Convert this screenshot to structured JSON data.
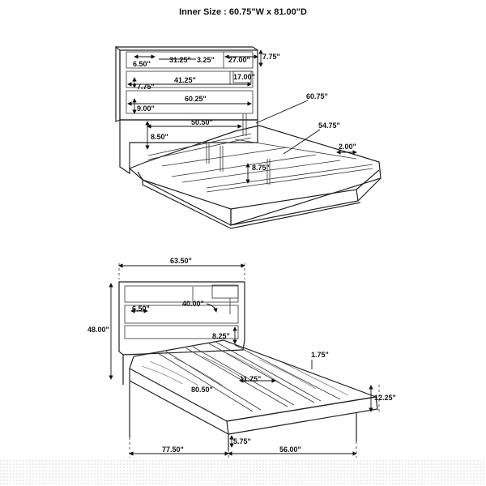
{
  "title": "Inner Size : 60.75\"W x 81.00\"D",
  "top_view": {
    "dims": {
      "d_6_50": "6.50\"",
      "d_31_25": "31.25\"",
      "d_3_25": "3.25\"",
      "d_27_00": "27.00\"",
      "d_7_75a": "7.75\"",
      "d_7_75b": "7.75\"",
      "d_41_25": "41.25\"",
      "d_17_00": "17.00\"",
      "d_60_25": "60.25\"",
      "d_9_00": "9.00\"",
      "d_60_75": "60.75\"",
      "d_50_50": "50.50\"",
      "d_54_75": "54.75\"",
      "d_8_50": "8.50\"",
      "d_2_00": "2.00\"",
      "d_8_75": "8.75\""
    }
  },
  "bottom_view": {
    "dims": {
      "d_63_50": "63.50\"",
      "d_48_00": "48.00\"",
      "d_40_00": "40.00\"",
      "d_6_50": "6.50\"",
      "d_8_25": "8.25\"",
      "d_1_75": "1.75\"",
      "d_11_75": "11.75\"",
      "d_80_50": "80.50\"",
      "d_12_25": "12.25\"",
      "d_77_50": "77.50\"",
      "d_5_75": "5.75\"",
      "d_56_00": "56.00\""
    }
  }
}
